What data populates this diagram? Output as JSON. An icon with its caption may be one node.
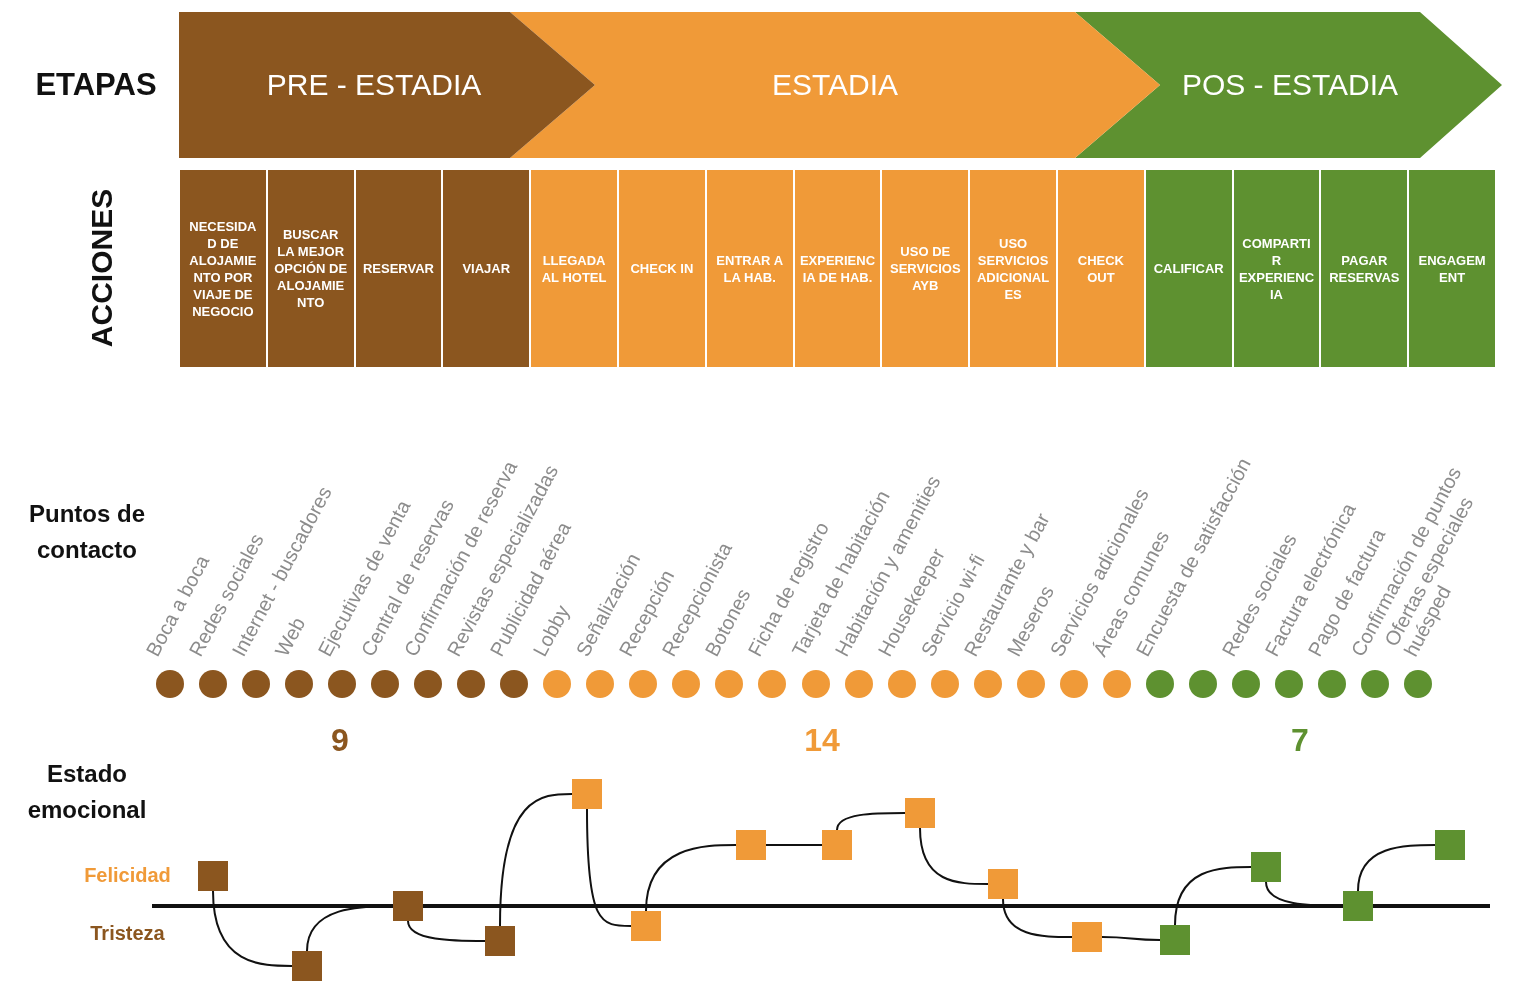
{
  "diagram": {
    "nodes": [
      {
        "text": [
          "PRE - ESTADIA"
        ]
      },
      {
        "text": [
          "ESTADIA"
        ]
      },
      {
        "text": [
          "POS - ESTADIA"
        ]
      },
      {
        "text": [
          "NECESIDAD DE ALOJAMIENTO POR VIAJE DE NEGOCIO"
        ]
      },
      {
        "text": [
          "BUSCAR LA MEJOR OPCIÓN DE ALOJAMIENTO"
        ]
      },
      {
        "text": [
          "RESERVAR"
        ]
      },
      {
        "text": [
          "VIAJAR"
        ]
      },
      {
        "text": [
          "LLEGADA AL HOTEL"
        ]
      },
      {
        "text": [
          "CHECK IN"
        ]
      },
      {
        "text": [
          "ENTRAR A LA HAB."
        ]
      },
      {
        "text": [
          "EXPERIENCIA DE HAB."
        ]
      },
      {
        "text": [
          "USO DE SERVICIOS AYB"
        ]
      },
      {
        "text": [
          "USO SERVICIOS ADICIONALES"
        ]
      },
      {
        "text": [
          "CHECK OUT"
        ]
      },
      {
        "text": [
          "CALIFICAR"
        ]
      },
      {
        "text": [
          "COMPARTIR EXPERIENCIA"
        ]
      },
      {
        "text": [
          "PAGAR RESERVAS"
        ]
      },
      {
        "text": [
          "ENGAGEMENT"
        ]
      },
      {
        "text": [],
        "shape": "circle"
      },
      {
        "text": [],
        "shape": "circle"
      },
      {
        "text": [],
        "shape": "circle"
      },
      {
        "text": [],
        "shape": "circle"
      },
      {
        "text": [],
        "shape": "circle"
      },
      {
        "text": [],
        "shape": "circle"
      },
      {
        "text": [],
        "shape": "circle"
      },
      {
        "text": [],
        "shape": "circle"
      },
      {
        "text": [],
        "shape": "circle"
      },
      {
        "text": [],
        "shape": "circle"
      },
      {
        "text": [],
        "shape": "circle"
      },
      {
        "text": [],
        "shape": "circle"
      },
      {
        "text": [],
        "shape": "circle"
      },
      {
        "text": [],
        "shape": "circle"
      },
      {
        "text": [],
        "shape": "circle"
      },
      {
        "text": [],
        "shape": "circle"
      },
      {
        "text": [],
        "shape": "circle"
      },
      {
        "text": [],
        "shape": "circle"
      },
      {
        "text": [],
        "shape": "circle"
      },
      {
        "text": [],
        "shape": "circle"
      },
      {
        "text": [],
        "shape": "circle"
      },
      {
        "text": [],
        "shape": "circle"
      },
      {
        "text": [],
        "shape": "circle"
      },
      {
        "text": [],
        "shape": "circle"
      },
      {
        "text": [],
        "shape": "circle"
      },
      {
        "text": [],
        "shape": "circle"
      },
      {
        "text": [],
        "shape": "circle"
      },
      {
        "text": [],
        "shape": "circle"
      },
      {
        "text": [],
        "shape": "circle"
      },
      {
        "text": [],
        "shape": "circle"
      },
      {
        "text": [],
        "shape": "box"
      },
      {
        "text": [],
        "shape": "box"
      },
      {
        "text": [],
        "shape": "box"
      },
      {
        "text": [],
        "shape": "box"
      },
      {
        "text": [],
        "shape": "box"
      },
      {
        "text": [],
        "shape": "box"
      },
      {
        "text": [],
        "shape": "box"
      },
      {
        "text": [],
        "shape": "box"
      },
      {
        "text": [],
        "shape": "box"
      },
      {
        "text": [],
        "shape": "box"
      },
      {
        "text": [],
        "shape": "box"
      },
      {
        "text": [],
        "shape": "box"
      },
      {
        "text": [],
        "shape": "box"
      },
      {
        "text": [],
        "shape": "box"
      },
      {
        "text": [],
        "shape": "box"
      }
    ],
    "edges": [
      {
        "from": 48,
        "to": 49,
        "arrow": "none"
      },
      {
        "from": 49,
        "to": 50,
        "arrow": "none"
      },
      {
        "from": 50,
        "to": 51,
        "arrow": "none"
      },
      {
        "from": 51,
        "to": 52,
        "arrow": "none"
      },
      {
        "from": 52,
        "to": 53,
        "arrow": "none"
      },
      {
        "from": 53,
        "to": 54,
        "arrow": "none"
      },
      {
        "from": 54,
        "to": 55,
        "arrow": "none"
      },
      {
        "from": 55,
        "to": 56,
        "arrow": "none"
      },
      {
        "from": 56,
        "to": 57,
        "arrow": "none"
      },
      {
        "from": 57,
        "to": 58,
        "arrow": "none"
      },
      {
        "from": 58,
        "to": 59,
        "arrow": "none"
      },
      {
        "from": 59,
        "to": 60,
        "arrow": "none"
      },
      {
        "from": 60,
        "to": 61,
        "arrow": "none"
      },
      {
        "from": 61,
        "to": 62,
        "arrow": "none"
      }
    ],
    "labels": [
      "ETAPAS",
      "ACCIONES",
      "Puntos de contacto",
      "Boca a boca",
      "Redes sociales",
      "Internet - buscadores",
      "Web",
      "Ejecutivas de venta",
      "Central de reservas",
      "Confirmación de reserva",
      "Revistas especializadas",
      "Publicidad aérea",
      "Lobby",
      "Señalización",
      "Recepción",
      "Recepcionista",
      "Botones",
      "Ficha de registro",
      "Tarjeta de habitación",
      "Habitación y amenities",
      "Housekeeper",
      "Servicio wi-fi",
      "Restaurante y bar",
      "Meseros",
      "Servicios adicionales",
      "Áreas comunes",
      "Encuesta de satisfacción",
      "Redes sociales",
      "Factura electrónica",
      "Pago de factura",
      "Confirmación de puntos",
      "Ofertas especiales huésped",
      "9",
      "14",
      "7",
      "Estado emocional",
      "Felicidad",
      "Tristeza"
    ]
  }
}
